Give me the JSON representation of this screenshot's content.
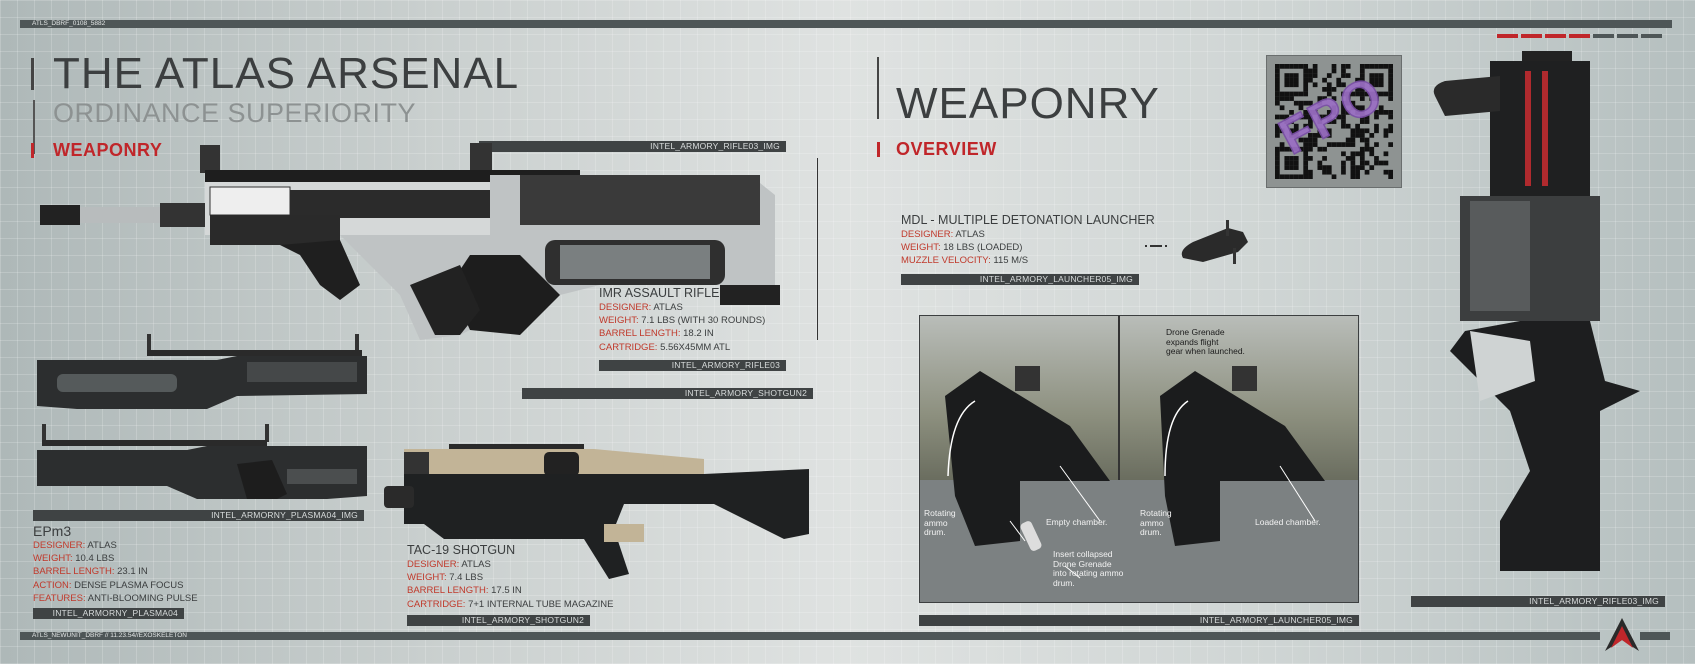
{
  "header": {
    "doc_id": "ATLS_DBRF_0108_5882",
    "title": "THE ATLAS ARSENAL",
    "subtitle": "ORDINANCE SUPERIORITY",
    "section": "WEAPONRY"
  },
  "right_header": {
    "title": "WEAPONRY",
    "section": "OVERVIEW"
  },
  "progress": {
    "filled": 4,
    "total": 7,
    "fill_color": "#c0262a",
    "empty_color": "#4e5657"
  },
  "qr": {
    "overlay_text": "FPO",
    "overlay_color": "#9b6fc4"
  },
  "labels": {
    "rifle_img": "INTEL_ARMORY_RIFLE03_IMG",
    "rifle": "INTEL_ARMORY_RIFLE03",
    "shotgun_top": "INTEL_ARMORY_SHOTGUN2",
    "plasma_img": "INTEL_ARMORNY_PLASMA04_IMG",
    "plasma": "INTEL_ARMORNY_PLASMA04",
    "shotgun": "INTEL_ARMORY_SHOTGUN2",
    "launcher_img": "INTEL_ARMORY_LAUNCHER05_IMG",
    "launcher_diagram": "INTEL_ARMORY_LAUNCHER05_IMG",
    "rifle_vertical_img": "INTEL_ARMORY_RIFLE03_IMG"
  },
  "weapons": {
    "imr": {
      "name": "IMR ASSAULT RIFLE",
      "specs": [
        {
          "k": "DESIGNER:",
          "v": "ATLAS"
        },
        {
          "k": "WEIGHT:",
          "v": "7.1 LBS (WITH 30 ROUNDS)"
        },
        {
          "k": "BARREL LENGTH:",
          "v": "18.2 IN"
        },
        {
          "k": "CARTRIDGE:",
          "v": "5.56X45MM ATL"
        }
      ]
    },
    "epm3": {
      "name": "EPm3",
      "specs": [
        {
          "k": "DESIGNER:",
          "v": "ATLAS"
        },
        {
          "k": "WEIGHT:",
          "v": "10.4 LBS"
        },
        {
          "k": "BARREL LENGTH:",
          "v": "23.1 IN"
        },
        {
          "k": "ACTION:",
          "v": "DENSE PLASMA FOCUS"
        },
        {
          "k": "FEATURES:",
          "v": "ANTI-BLOOMING PULSE"
        }
      ]
    },
    "tac19": {
      "name": "TAC-19 SHOTGUN",
      "specs": [
        {
          "k": "DESIGNER:",
          "v": "ATLAS"
        },
        {
          "k": "WEIGHT:",
          "v": "7.4 LBS"
        },
        {
          "k": "BARREL LENGTH:",
          "v": "17.5 IN"
        },
        {
          "k": "CARTRIDGE:",
          "v": "7+1 INTERNAL TUBE MAGAZINE"
        }
      ]
    },
    "mdl": {
      "name": "MDL -  MULTIPLE DETONATION LAUNCHER",
      "specs": [
        {
          "k": "DESIGNER:",
          "v": "ATLAS"
        },
        {
          "k": "WEIGHT:",
          "v": "18 LBS (LOADED)"
        },
        {
          "k": "MUZZLE VELOCITY:",
          "v": "115 M/S"
        }
      ]
    }
  },
  "diagram": {
    "drone": "Drone Grenade\nexpands flight\ngear when launched.",
    "rotating_left": "Rotating\nammo\ndrum.",
    "empty": "Empty chamber.",
    "insert": "Insert collapsed\nDrone Grenade\ninto rotating ammo\ndrum.",
    "rotating_right": "Rotating\nammo\ndrum.",
    "loaded": "Loaded chamber."
  },
  "footer": {
    "text": "ATLS_NEWUNIT_DBRF // 11.23.54//EXOSKELETON",
    "logo_color": "#c0262a"
  }
}
